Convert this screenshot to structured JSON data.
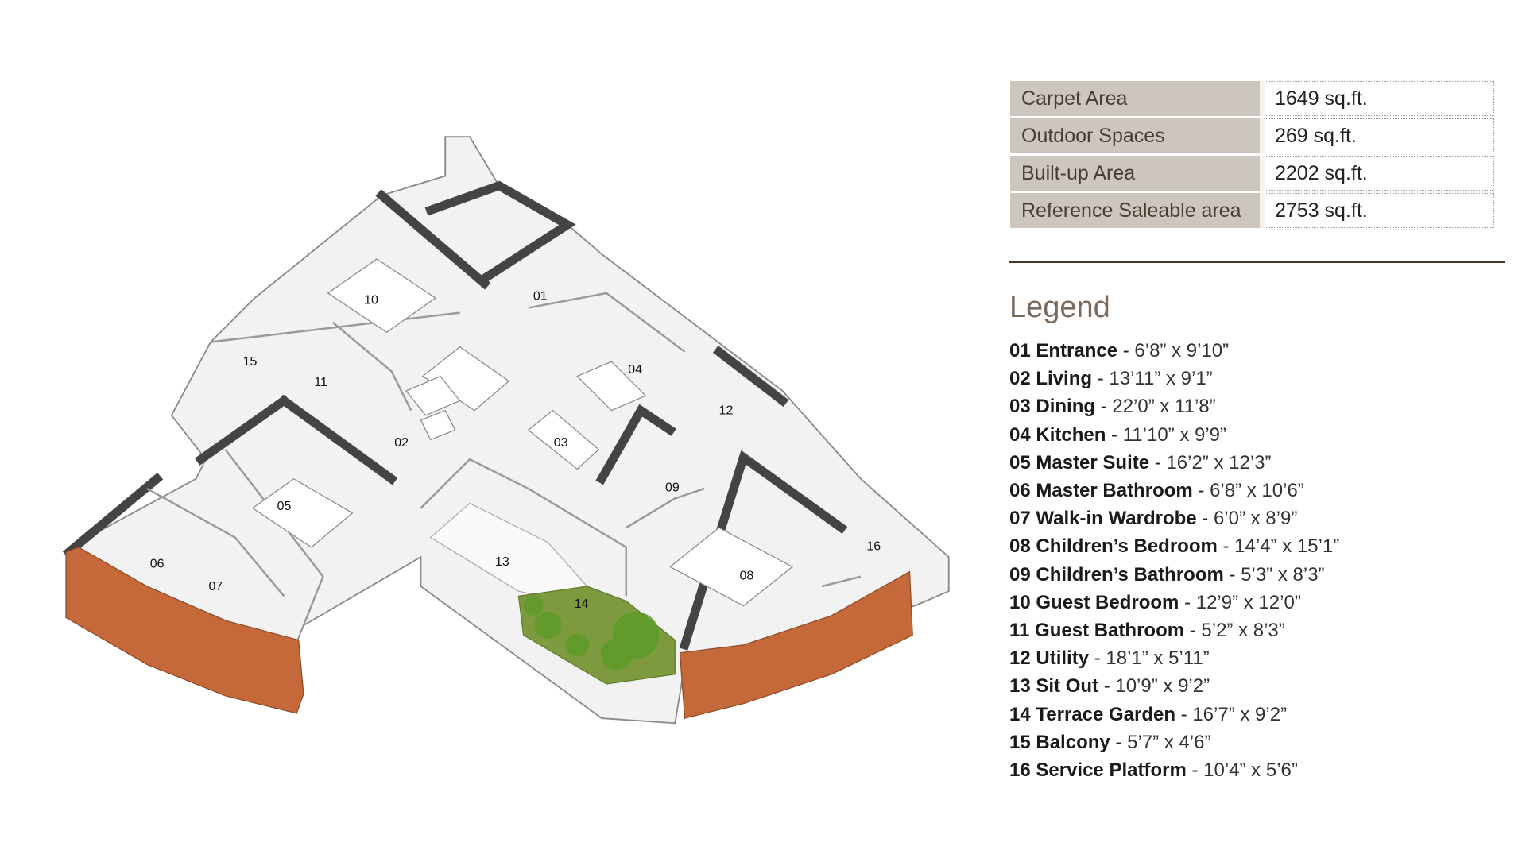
{
  "area_table": [
    {
      "label": "Carpet Area",
      "value": "1649 sq.ft."
    },
    {
      "label": "Outdoor Spaces",
      "value": "269 sq.ft."
    },
    {
      "label": "Built-up Area",
      "value": "2202 sq.ft."
    },
    {
      "label": "Reference Saleable area",
      "value": "2753 sq.ft."
    }
  ],
  "legend_title": "Legend",
  "legend": [
    {
      "num": "01",
      "name": "Entrance",
      "dims": "6’8” x 9’10”"
    },
    {
      "num": "02",
      "name": "Living",
      "dims": "13’11” x 9’1”"
    },
    {
      "num": "03",
      "name": "Dining",
      "dims": "22’0” x 11’8”"
    },
    {
      "num": "04",
      "name": "Kitchen",
      "dims": "11’10” x 9’9”"
    },
    {
      "num": "05",
      "name": "Master Suite",
      "dims": "16’2” x 12’3”"
    },
    {
      "num": "06",
      "name": "Master Bathroom",
      "dims": "6’8” x 10’6”"
    },
    {
      "num": "07",
      "name": "Walk-in Wardrobe",
      "dims": "6’0” x 8’9”"
    },
    {
      "num": "08",
      "name": "Children’s Bedroom",
      "dims": "14’4” x 15’1”"
    },
    {
      "num": "09",
      "name": "Children’s Bathroom",
      "dims": "5’3” x 8’3”"
    },
    {
      "num": "10",
      "name": "Guest Bedroom",
      "dims": "12’9” x 12’0”"
    },
    {
      "num": "11",
      "name": "Guest Bathroom",
      "dims": "5’2” x 8’3”"
    },
    {
      "num": "12",
      "name": "Utility",
      "dims": "18’1” x 5’11”"
    },
    {
      "num": "13",
      "name": "Sit Out",
      "dims": "10’9” x 9’2”"
    },
    {
      "num": "14",
      "name": "Terrace Garden",
      "dims": "16’7” x 9’2”"
    },
    {
      "num": "15",
      "name": "Balcony",
      "dims": "5’7” x 4’6”"
    },
    {
      "num": "16",
      "name": "Service Platform",
      "dims": "10’4” x 5’6”"
    }
  ],
  "room_labels": [
    "01",
    "02",
    "03",
    "04",
    "05",
    "06",
    "07",
    "08",
    "09",
    "10",
    "11",
    "12",
    "13",
    "14",
    "15",
    "16"
  ],
  "colors": {
    "wall_panel": "#c5693a",
    "garden": "#7d9a3e",
    "label_bg": "#cdc6bf",
    "rule": "#4b3621"
  }
}
